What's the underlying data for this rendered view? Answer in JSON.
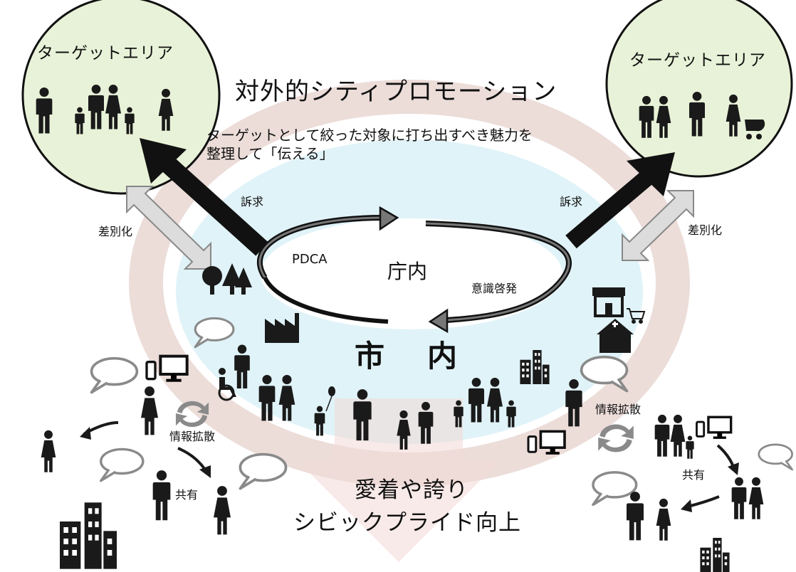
{
  "target_area_left": {
    "label": "ターゲットエリア"
  },
  "target_area_right": {
    "label": "ターゲットエリア"
  },
  "header": {
    "title": "対外的シティプロモーション"
  },
  "appeal": {
    "description_line1": "ターゲットとして絞った対象に打ち出すべき魅力を",
    "description_line2": "整理して「伝える」",
    "left_label": "訴求",
    "right_label": "訴求"
  },
  "differentiation": {
    "left_label": "差別化",
    "right_label": "差別化"
  },
  "office": {
    "center_label": "庁内",
    "cycle_label": "PDCA",
    "awareness_label": "意識啓発"
  },
  "city": {
    "label_part1": "市",
    "label_part2": "内"
  },
  "spread": {
    "left_label": "情報拡散",
    "right_label": "情報拡散",
    "share_left": "共有",
    "share_right": "共有"
  },
  "goal": {
    "line1": "愛着や誇り",
    "line2": "シビックプライド向上"
  },
  "colors": {
    "circle_fill": "#e8f2d8",
    "lake_fill": "#ddf2f7",
    "ring_tint": "#e6d0cc",
    "arrow_black": "#111111",
    "double_arrow_fill": "#d9d9d9"
  }
}
